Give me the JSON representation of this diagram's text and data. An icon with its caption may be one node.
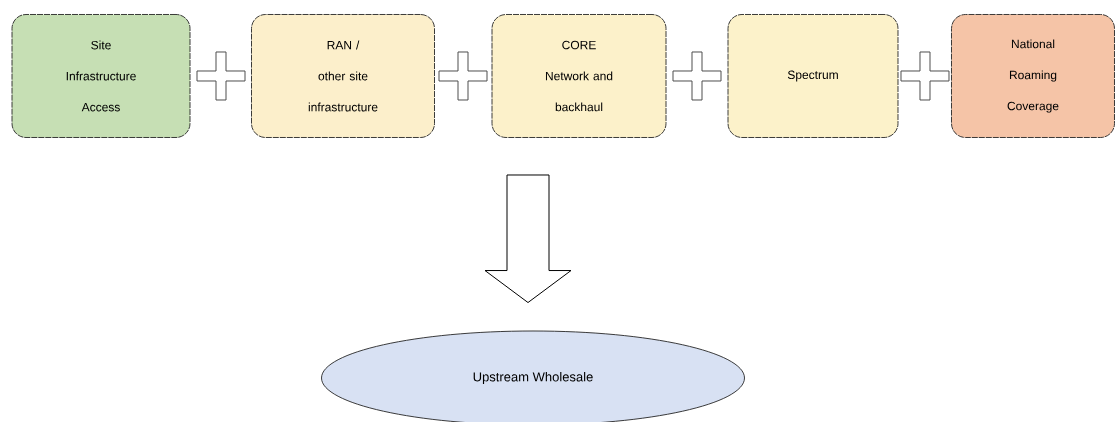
{
  "diagram": {
    "nodes": [
      {
        "text": [
          "Site Infrastructure Access"
        ]
      },
      {
        "text": [
          "RAN / other site infrastructure"
        ]
      },
      {
        "text": [
          "CORE Network and backhaul"
        ]
      },
      {
        "text": [
          "Spectrum"
        ]
      },
      {
        "text": [
          "National Roaming Coverage"
        ]
      },
      {
        "text": [
          "Upstream Wholesale"
        ]
      }
    ],
    "edges": [
      {
        "from": null,
        "to": 5,
        "arrow": "to"
      }
    ]
  }
}
